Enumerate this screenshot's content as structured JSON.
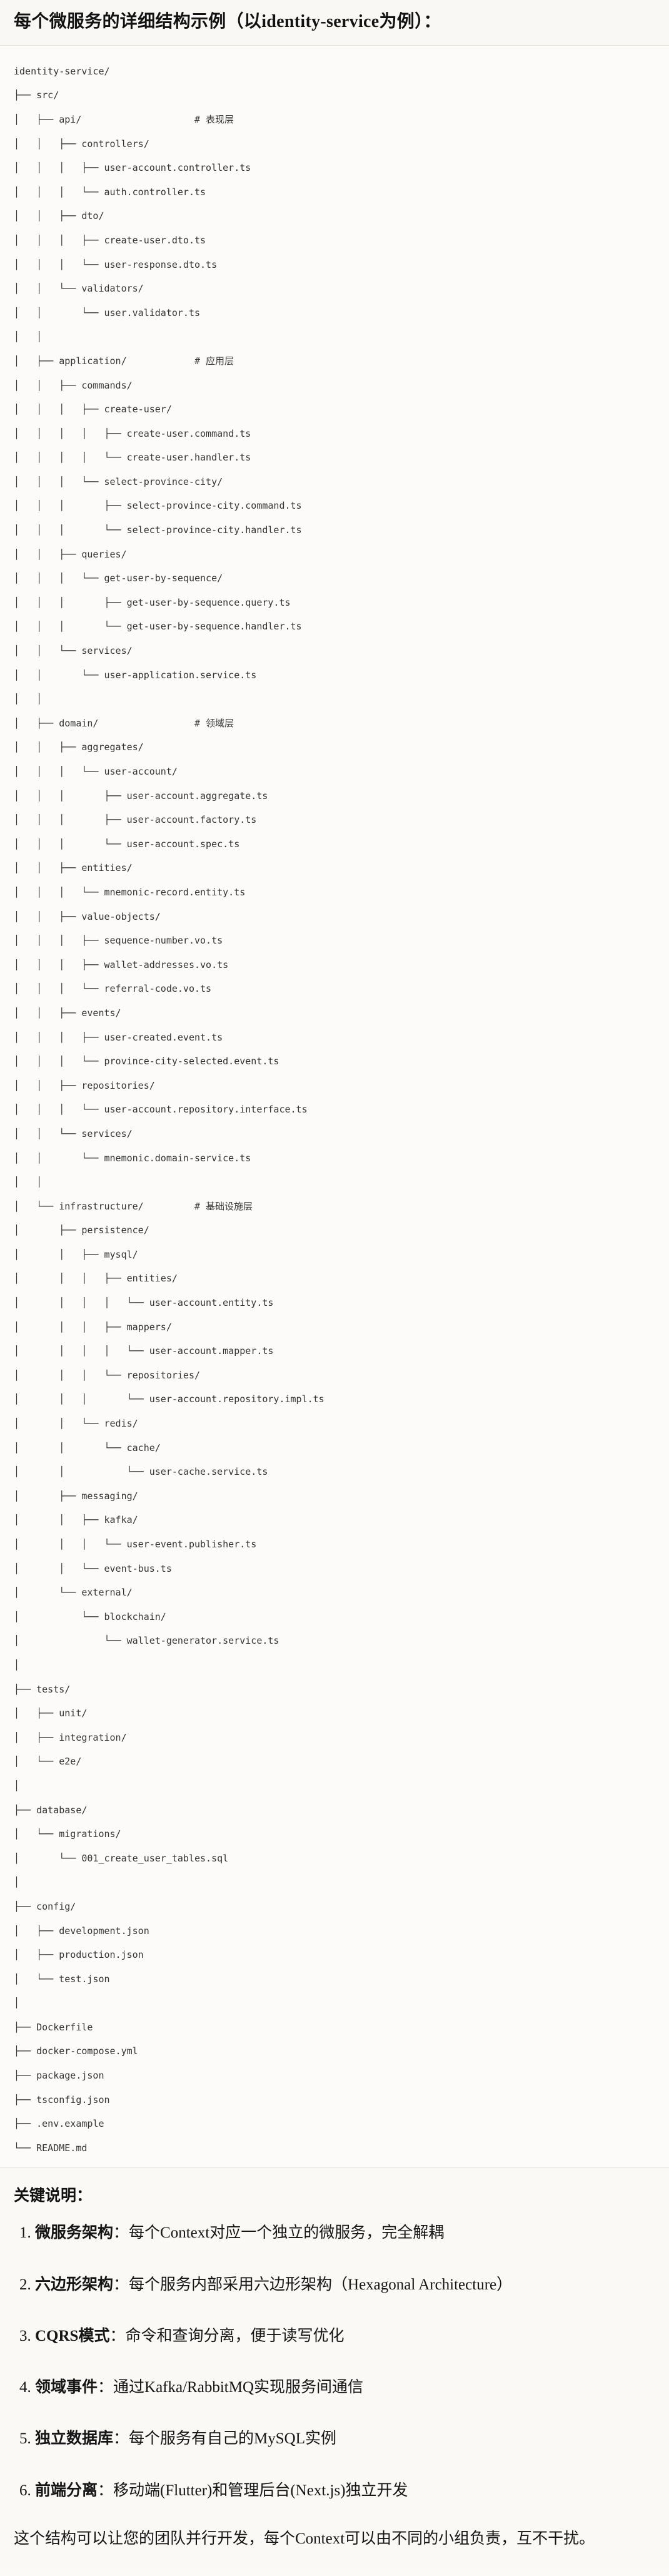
{
  "header": {
    "title": "每个微服务的详细结构示例（以identity-service为例）："
  },
  "tree": {
    "root": "identity-service/",
    "lines": [
      {
        "prefix": "",
        "name": "identity-service/",
        "comment": ""
      },
      {
        "prefix": "├── ",
        "name": "src/",
        "comment": ""
      },
      {
        "prefix": "│   ├── ",
        "name": "api/",
        "comment": "# 表现层"
      },
      {
        "prefix": "│   │   ├── ",
        "name": "controllers/",
        "comment": ""
      },
      {
        "prefix": "│   │   │   ├── ",
        "name": "user-account.controller.ts",
        "comment": ""
      },
      {
        "prefix": "│   │   │   └── ",
        "name": "auth.controller.ts",
        "comment": ""
      },
      {
        "prefix": "│   │   ├── ",
        "name": "dto/",
        "comment": ""
      },
      {
        "prefix": "│   │   │   ├── ",
        "name": "create-user.dto.ts",
        "comment": ""
      },
      {
        "prefix": "│   │   │   └── ",
        "name": "user-response.dto.ts",
        "comment": ""
      },
      {
        "prefix": "│   │   └── ",
        "name": "validators/",
        "comment": ""
      },
      {
        "prefix": "│   │       └── ",
        "name": "user.validator.ts",
        "comment": ""
      },
      {
        "prefix": "│   │",
        "name": "",
        "comment": ""
      },
      {
        "prefix": "│   ├── ",
        "name": "application/",
        "comment": "# 应用层"
      },
      {
        "prefix": "│   │   ├── ",
        "name": "commands/",
        "comment": ""
      },
      {
        "prefix": "│   │   │   ├── ",
        "name": "create-user/",
        "comment": ""
      },
      {
        "prefix": "│   │   │   │   ├── ",
        "name": "create-user.command.ts",
        "comment": ""
      },
      {
        "prefix": "│   │   │   │   └── ",
        "name": "create-user.handler.ts",
        "comment": ""
      },
      {
        "prefix": "│   │   │   └── ",
        "name": "select-province-city/",
        "comment": ""
      },
      {
        "prefix": "│   │   │       ├── ",
        "name": "select-province-city.command.ts",
        "comment": ""
      },
      {
        "prefix": "│   │   │       └── ",
        "name": "select-province-city.handler.ts",
        "comment": ""
      },
      {
        "prefix": "│   │   ├── ",
        "name": "queries/",
        "comment": ""
      },
      {
        "prefix": "│   │   │   └── ",
        "name": "get-user-by-sequence/",
        "comment": ""
      },
      {
        "prefix": "│   │   │       ├── ",
        "name": "get-user-by-sequence.query.ts",
        "comment": ""
      },
      {
        "prefix": "│   │   │       └── ",
        "name": "get-user-by-sequence.handler.ts",
        "comment": ""
      },
      {
        "prefix": "│   │   └── ",
        "name": "services/",
        "comment": ""
      },
      {
        "prefix": "│   │       └── ",
        "name": "user-application.service.ts",
        "comment": ""
      },
      {
        "prefix": "│   │",
        "name": "",
        "comment": ""
      },
      {
        "prefix": "│   ├── ",
        "name": "domain/",
        "comment": "# 领域层"
      },
      {
        "prefix": "│   │   ├── ",
        "name": "aggregates/",
        "comment": ""
      },
      {
        "prefix": "│   │   │   └── ",
        "name": "user-account/",
        "comment": ""
      },
      {
        "prefix": "│   │   │       ├── ",
        "name": "user-account.aggregate.ts",
        "comment": ""
      },
      {
        "prefix": "│   │   │       ├── ",
        "name": "user-account.factory.ts",
        "comment": ""
      },
      {
        "prefix": "│   │   │       └── ",
        "name": "user-account.spec.ts",
        "comment": ""
      },
      {
        "prefix": "│   │   ├── ",
        "name": "entities/",
        "comment": ""
      },
      {
        "prefix": "│   │   │   └── ",
        "name": "mnemonic-record.entity.ts",
        "comment": ""
      },
      {
        "prefix": "│   │   ├── ",
        "name": "value-objects/",
        "comment": ""
      },
      {
        "prefix": "│   │   │   ├── ",
        "name": "sequence-number.vo.ts",
        "comment": ""
      },
      {
        "prefix": "│   │   │   ├── ",
        "name": "wallet-addresses.vo.ts",
        "comment": ""
      },
      {
        "prefix": "│   │   │   └── ",
        "name": "referral-code.vo.ts",
        "comment": ""
      },
      {
        "prefix": "│   │   ├── ",
        "name": "events/",
        "comment": ""
      },
      {
        "prefix": "│   │   │   ├── ",
        "name": "user-created.event.ts",
        "comment": ""
      },
      {
        "prefix": "│   │   │   └── ",
        "name": "province-city-selected.event.ts",
        "comment": ""
      },
      {
        "prefix": "│   │   ├── ",
        "name": "repositories/",
        "comment": ""
      },
      {
        "prefix": "│   │   │   └── ",
        "name": "user-account.repository.interface.ts",
        "comment": ""
      },
      {
        "prefix": "│   │   └── ",
        "name": "services/",
        "comment": ""
      },
      {
        "prefix": "│   │       └── ",
        "name": "mnemonic.domain-service.ts",
        "comment": ""
      },
      {
        "prefix": "│   │",
        "name": "",
        "comment": ""
      },
      {
        "prefix": "│   └── ",
        "name": "infrastructure/",
        "comment": "# 基础设施层"
      },
      {
        "prefix": "│       ├── ",
        "name": "persistence/",
        "comment": ""
      },
      {
        "prefix": "│       │   ├── ",
        "name": "mysql/",
        "comment": ""
      },
      {
        "prefix": "│       │   │   ├── ",
        "name": "entities/",
        "comment": ""
      },
      {
        "prefix": "│       │   │   │   └── ",
        "name": "user-account.entity.ts",
        "comment": ""
      },
      {
        "prefix": "│       │   │   ├── ",
        "name": "mappers/",
        "comment": ""
      },
      {
        "prefix": "│       │   │   │   └── ",
        "name": "user-account.mapper.ts",
        "comment": ""
      },
      {
        "prefix": "│       │   │   └── ",
        "name": "repositories/",
        "comment": ""
      },
      {
        "prefix": "│       │   │       └── ",
        "name": "user-account.repository.impl.ts",
        "comment": ""
      },
      {
        "prefix": "│       │   └── ",
        "name": "redis/",
        "comment": ""
      },
      {
        "prefix": "│       │       └── ",
        "name": "cache/",
        "comment": ""
      },
      {
        "prefix": "│       │           └── ",
        "name": "user-cache.service.ts",
        "comment": ""
      },
      {
        "prefix": "│       ├── ",
        "name": "messaging/",
        "comment": ""
      },
      {
        "prefix": "│       │   ├── ",
        "name": "kafka/",
        "comment": ""
      },
      {
        "prefix": "│       │   │   └── ",
        "name": "user-event.publisher.ts",
        "comment": ""
      },
      {
        "prefix": "│       │   └── ",
        "name": "event-bus.ts",
        "comment": ""
      },
      {
        "prefix": "│       └── ",
        "name": "external/",
        "comment": ""
      },
      {
        "prefix": "│           └── ",
        "name": "blockchain/",
        "comment": ""
      },
      {
        "prefix": "│               └── ",
        "name": "wallet-generator.service.ts",
        "comment": ""
      },
      {
        "prefix": "│",
        "name": "",
        "comment": ""
      },
      {
        "prefix": "├── ",
        "name": "tests/",
        "comment": ""
      },
      {
        "prefix": "│   ├── ",
        "name": "unit/",
        "comment": ""
      },
      {
        "prefix": "│   ├── ",
        "name": "integration/",
        "comment": ""
      },
      {
        "prefix": "│   └── ",
        "name": "e2e/",
        "comment": ""
      },
      {
        "prefix": "│",
        "name": "",
        "comment": ""
      },
      {
        "prefix": "├── ",
        "name": "database/",
        "comment": ""
      },
      {
        "prefix": "│   └── ",
        "name": "migrations/",
        "comment": ""
      },
      {
        "prefix": "│       └── ",
        "name": "001_create_user_tables.sql",
        "comment": ""
      },
      {
        "prefix": "│",
        "name": "",
        "comment": ""
      },
      {
        "prefix": "├── ",
        "name": "config/",
        "comment": ""
      },
      {
        "prefix": "│   ├── ",
        "name": "development.json",
        "comment": ""
      },
      {
        "prefix": "│   ├── ",
        "name": "production.json",
        "comment": ""
      },
      {
        "prefix": "│   └── ",
        "name": "test.json",
        "comment": ""
      },
      {
        "prefix": "│",
        "name": "",
        "comment": ""
      },
      {
        "prefix": "├── ",
        "name": "Dockerfile",
        "comment": ""
      },
      {
        "prefix": "├── ",
        "name": "docker-compose.yml",
        "comment": ""
      },
      {
        "prefix": "├── ",
        "name": "package.json",
        "comment": ""
      },
      {
        "prefix": "├── ",
        "name": "tsconfig.json",
        "comment": ""
      },
      {
        "prefix": "├── ",
        "name": ".env.example",
        "comment": ""
      },
      {
        "prefix": "└── ",
        "name": "README.md",
        "comment": ""
      }
    ]
  },
  "keys": {
    "title": "关键说明：",
    "items": [
      {
        "term": "微服务架构",
        "sep": "：",
        "desc": "每个Context对应一个独立的微服务，完全解耦"
      },
      {
        "term": "六边形架构",
        "sep": "：",
        "desc": "每个服务内部采用六边形架构（Hexagonal Architecture）"
      },
      {
        "term": "CQRS模式",
        "sep": "：",
        "desc": "命令和查询分离，便于读写优化"
      },
      {
        "term": "领域事件",
        "sep": "：",
        "desc": "通过Kafka/RabbitMQ实现服务间通信"
      },
      {
        "term": "独立数据库",
        "sep": "：",
        "desc": "每个服务有自己的MySQL实例"
      },
      {
        "term": "前端分离",
        "sep": "：",
        "desc": "移动端(Flutter)和管理后台(Next.js)独立开发"
      }
    ],
    "closing": "这个结构可以让您的团队并行开发，每个Context可以由不同的小组负责，互不干扰。"
  },
  "colors": {
    "page_bg": "#fbfaf7",
    "header_bg": "#f9f8f4",
    "tree_bg": "#fcfbf9",
    "text": "#1f1f1f",
    "mono_text": "#333333",
    "divider": "#e3e0d8"
  }
}
